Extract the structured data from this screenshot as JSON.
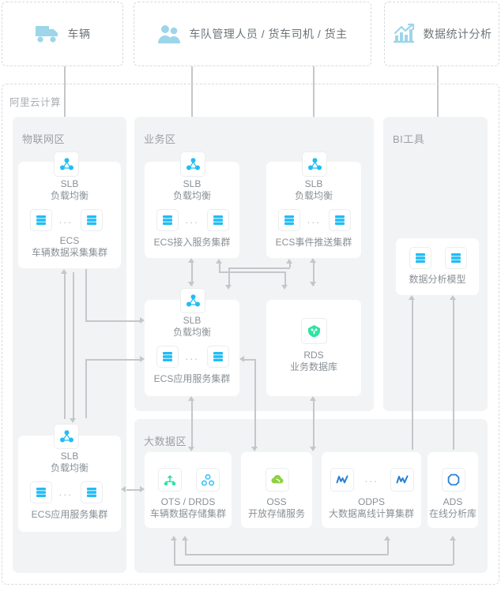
{
  "diagram": {
    "cloud_label": "阿里云计算",
    "actors": [
      {
        "id": "vehicle",
        "label": "车辆",
        "icon": "truck-icon"
      },
      {
        "id": "people",
        "label": "车队管理人员 / 货车司机 / 货主",
        "icon": "users-icon"
      },
      {
        "id": "analytics",
        "label": "数据统计分析",
        "icon": "bar-chart-icon"
      }
    ],
    "zones": [
      {
        "id": "iot",
        "title": "物联网区"
      },
      {
        "id": "biz",
        "title": "业务区"
      },
      {
        "id": "bi",
        "title": "BI工具"
      },
      {
        "id": "bigdata",
        "title": "大数据区"
      }
    ],
    "nodes": [
      {
        "id": "iot-collect",
        "zone": "iot",
        "slb": {
          "title": "SLB",
          "subtitle": "负载均衡",
          "icon": "slb-icon"
        },
        "ecs": {
          "title": "ECS",
          "subtitle": "车辆数据采集集群",
          "icon": "ecs-icon",
          "ellipsis": "···"
        }
      },
      {
        "id": "biz-access",
        "zone": "biz",
        "slb": {
          "title": "SLB",
          "subtitle": "负载均衡",
          "icon": "slb-icon"
        },
        "ecs": {
          "title": "ECS接入服务集群",
          "subtitle": "",
          "icon": "ecs-icon",
          "ellipsis": "···"
        }
      },
      {
        "id": "biz-event",
        "zone": "biz",
        "slb": {
          "title": "SLB",
          "subtitle": "负载均衡",
          "icon": "slb-icon"
        },
        "ecs": {
          "title": "ECS事件推送集群",
          "subtitle": "",
          "icon": "ecs-icon",
          "ellipsis": "···"
        }
      },
      {
        "id": "biz-app",
        "zone": "biz",
        "slb": {
          "title": "SLB",
          "subtitle": "负载均衡",
          "icon": "slb-icon"
        },
        "ecs": {
          "title": "ECS应用服务集群",
          "subtitle": "",
          "icon": "ecs-icon",
          "ellipsis": "···"
        }
      },
      {
        "id": "rds",
        "zone": "biz",
        "title": "RDS",
        "subtitle": "业务数据库",
        "icon": "rds-icon"
      },
      {
        "id": "bi-model",
        "zone": "bi",
        "title": "数据分析模型",
        "subtitle": "",
        "icon": "ecs-icon"
      },
      {
        "id": "iot-app",
        "zone": "iot",
        "slb": {
          "title": "SLB",
          "subtitle": "负载均衡",
          "icon": "slb-icon"
        },
        "ecs": {
          "title": "ECS应用服务集群",
          "subtitle": "",
          "icon": "ecs-icon",
          "ellipsis": "···"
        }
      },
      {
        "id": "ots-drds",
        "zone": "bigdata",
        "title": "OTS / DRDS",
        "subtitle": "车辆数据存储集群",
        "icons": [
          "ots-icon",
          "drds-icon"
        ]
      },
      {
        "id": "oss",
        "zone": "bigdata",
        "title": "OSS",
        "subtitle": "开放存储服务",
        "icon": "oss-cloud-icon"
      },
      {
        "id": "odps",
        "zone": "bigdata",
        "title": "ODPS",
        "subtitle": "大数据离线计算集群",
        "icon": "odps-icon",
        "ellipsis": "···"
      },
      {
        "id": "ads",
        "zone": "bigdata",
        "title": "ADS",
        "subtitle": "在线分析库",
        "icon": "ads-icon"
      }
    ],
    "colors": {
      "icon_blue": "#21bdf5",
      "icon_light_blue": "#9dd5ea",
      "icon_green": "#2fe3a2",
      "icon_leaf_green": "#8ed13f",
      "icon_deep_blue": "#2b7fd4",
      "zone_bg": "#f2f3f4",
      "line": "#c4c7ca",
      "text": "#8a9095"
    }
  }
}
